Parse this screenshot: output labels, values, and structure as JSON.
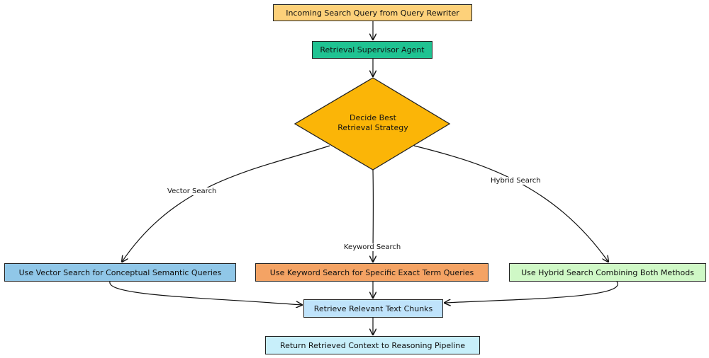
{
  "nodes": {
    "query": {
      "label": "Incoming Search Query from Query Rewriter",
      "color": "#fdd17a"
    },
    "supervisor": {
      "label": "Retrieval Supervisor Agent",
      "color": "#1fc392"
    },
    "decide": {
      "line1": "Decide Best",
      "line2": "Retrieval Strategy",
      "color": "#fbb507"
    },
    "vector": {
      "label": "Use Vector Search for Conceptual Semantic Queries",
      "color": "#90c7e8"
    },
    "keyword": {
      "label": "Use Keyword Search for Specific Exact Term Queries",
      "color": "#f4a364"
    },
    "hybrid": {
      "label": "Use Hybrid Search Combining Both Methods",
      "color": "#cff8c6"
    },
    "retrieve": {
      "label": "Retrieve Relevant Text Chunks",
      "color": "#bfe3fb"
    },
    "return": {
      "label": "Return Retrieved Context to Reasoning Pipeline",
      "color": "#c8effa"
    }
  },
  "edges": {
    "vector_label": "Vector Search",
    "keyword_label": "Keyword Search",
    "hybrid_label": "Hybrid Search"
  }
}
